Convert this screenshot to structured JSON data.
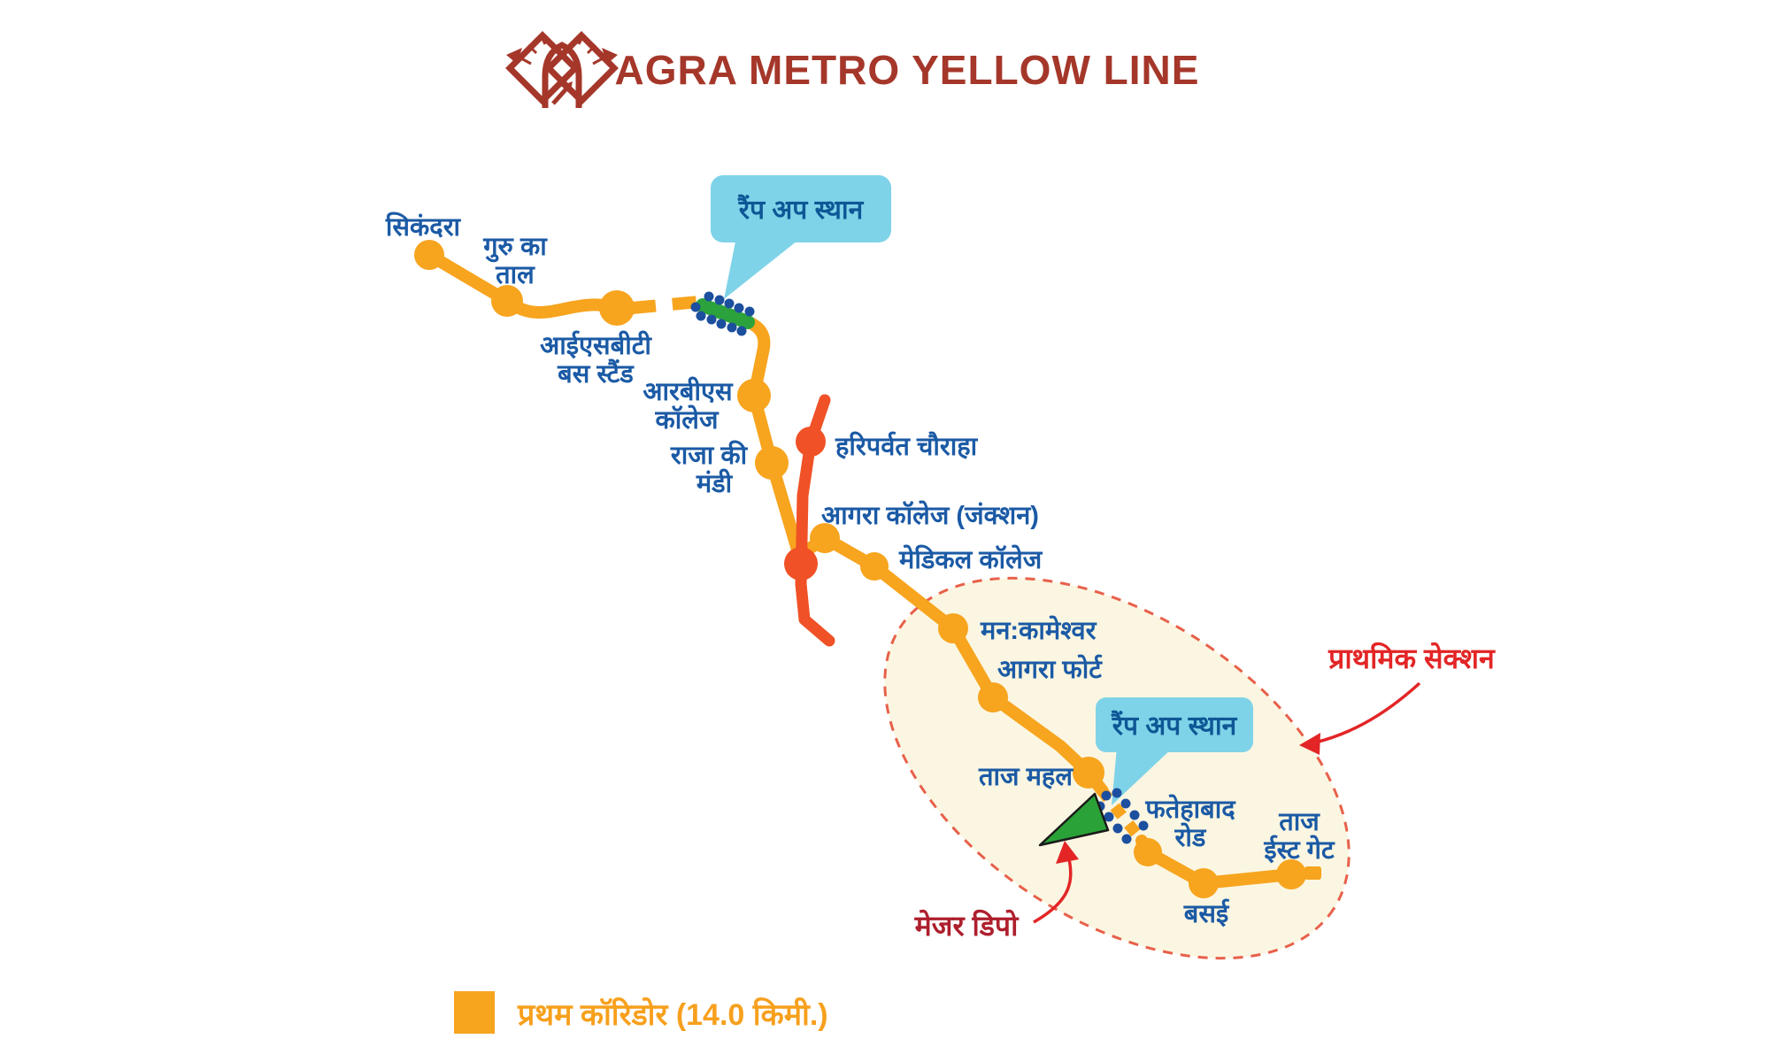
{
  "header": {
    "title": "AGRA METRO YELLOW LINE",
    "logo": "agra-metro-logo"
  },
  "stations": [
    {
      "id": "sikandra",
      "lines": [
        "सिकंदरा"
      ]
    },
    {
      "id": "guru-ka-tal",
      "lines": [
        "गुरु का",
        "ताल"
      ]
    },
    {
      "id": "isbt-bus-stand",
      "lines": [
        "आईएसबीटी",
        "बस स्टैंड"
      ]
    },
    {
      "id": "rbs-college",
      "lines": [
        "आरबीएस",
        "कॉलेज"
      ]
    },
    {
      "id": "raja-ki-mandi",
      "lines": [
        "राजा की",
        "मंडी"
      ]
    },
    {
      "id": "haripavat-chauraha",
      "lines": [
        "हरिपर्वत चौराहा"
      ]
    },
    {
      "id": "agra-college-junction",
      "lines": [
        "आगरा कॉलेज (जंक्शन)"
      ]
    },
    {
      "id": "medical-college",
      "lines": [
        "मेडिकल कॉलेज"
      ]
    },
    {
      "id": "man-kameshwar",
      "lines": [
        "मन:कामेश्वर"
      ]
    },
    {
      "id": "agra-fort",
      "lines": [
        "आगरा फोर्ट"
      ]
    },
    {
      "id": "taj-mahal",
      "lines": [
        "ताज महल"
      ]
    },
    {
      "id": "fatehabad-road",
      "lines": [
        "फतेहाबाद",
        "रोड"
      ]
    },
    {
      "id": "basai",
      "lines": [
        "बसई"
      ]
    },
    {
      "id": "taj-east-gate",
      "lines": [
        "ताज",
        "ईस्ट गेट"
      ]
    }
  ],
  "callouts": {
    "ramp_up_1": "रैंप अप स्थान",
    "ramp_up_2": "रैंप अप स्थान"
  },
  "annotations": {
    "primary_section": "प्राथमिक सेक्शन",
    "major_depot": "मेजर डिपो"
  },
  "legend": {
    "first_corridor_label": "प्रथम कॉरिडोर  (14.0 किमी.)"
  },
  "colors": {
    "line_orange": "#F7A41E",
    "line_red": "#F05126",
    "station_label_blue": "#1B5AA5",
    "callout_bg": "#7FD3E8",
    "callout_text": "#0E5796",
    "ramp_green": "#2CA23C",
    "ramp_dot_blue": "#1C4F9E",
    "primary_section_fill": "#FBF6E1",
    "primary_section_border": "#E8604A",
    "primary_section_text": "#E32526",
    "major_depot_text": "#AE1F2D",
    "title_maroon": "#A5372A",
    "legend_orange": "#F7A01D"
  }
}
